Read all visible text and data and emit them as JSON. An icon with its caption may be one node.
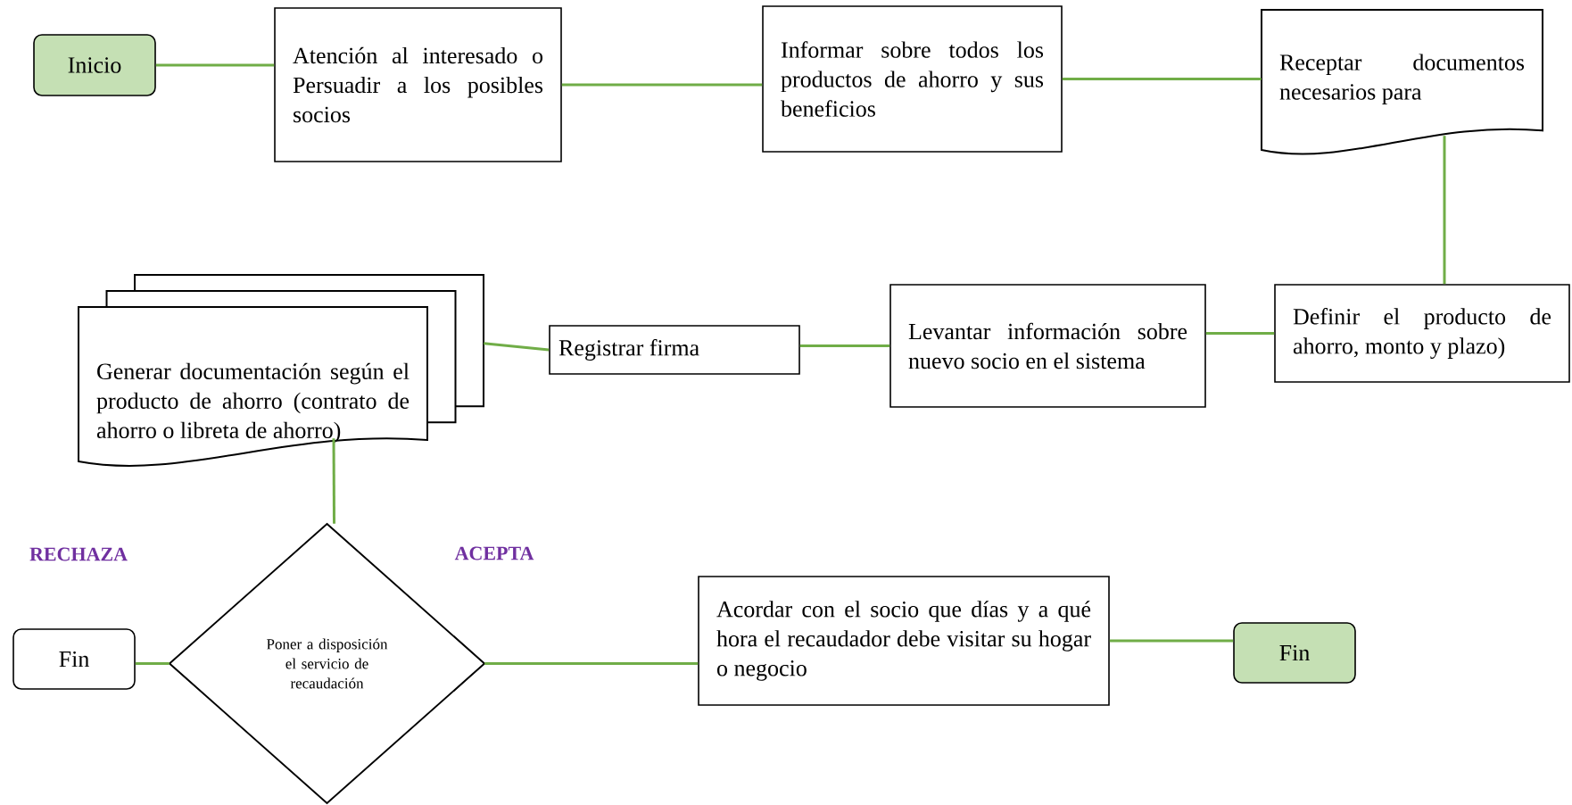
{
  "diagram": {
    "nodes": [
      {
        "text": [
          "Inicio"
        ]
      },
      {
        "text": [
          "Atención al interesado o Persuadir a los posibles socios"
        ]
      },
      {
        "text": [
          "Informar sobre todos los productos de ahorro y sus beneficios"
        ]
      },
      {
        "text": [
          "Receptar documentos necesarios para"
        ]
      },
      {
        "text": [
          "Definir el producto de ahorro, monto y plazo)"
        ]
      },
      {
        "text": [
          "Levantar información sobre nuevo socio en el sistema"
        ]
      },
      {
        "text": [
          "Registrar firma"
        ]
      },
      {
        "text": [
          "Generar documentación según el producto de ahorro (contrato de ahorro o libreta de ahorro)"
        ]
      },
      {
        "text": [
          "Poner a disposición el servicio de recaudación"
        ]
      },
      {
        "text": [
          "Fin"
        ]
      },
      {
        "text": [
          "Acordar con el socio que días y a qué hora el recaudador debe visitar su hogar o negocio"
        ]
      },
      {
        "text": [
          "Fin"
        ]
      }
    ],
    "edges": [
      {
        "from": 0,
        "to": 1,
        "arrow": "none"
      },
      {
        "from": 1,
        "to": 2,
        "arrow": "none"
      },
      {
        "from": 2,
        "to": 3,
        "arrow": "none"
      },
      {
        "from": 3,
        "to": 4,
        "arrow": "none"
      },
      {
        "from": 4,
        "to": 5,
        "arrow": "none"
      },
      {
        "from": 5,
        "to": 6,
        "arrow": "none"
      },
      {
        "from": 6,
        "to": 7,
        "arrow": "none"
      },
      {
        "from": 7,
        "to": 8,
        "arrow": "none"
      },
      {
        "from": 8,
        "to": 9,
        "arrow": "none"
      },
      {
        "from": 8,
        "to": 10,
        "arrow": "none"
      },
      {
        "from": 10,
        "to": 11,
        "arrow": "none"
      }
    ],
    "labels": [
      "RECHAZA",
      "ACEPTA"
    ]
  }
}
